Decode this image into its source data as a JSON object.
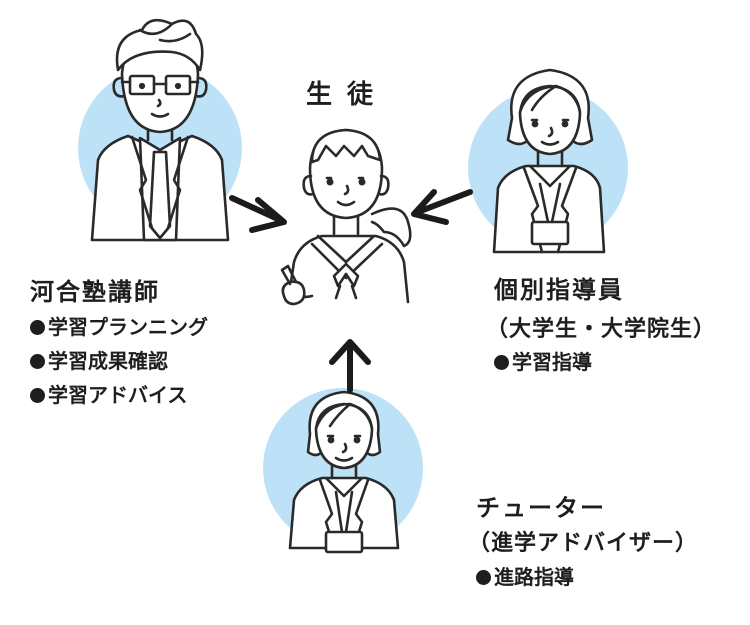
{
  "center": {
    "label": "生 徒"
  },
  "left": {
    "title": "河合塾講師",
    "items": [
      "学習プランニング",
      "学習成果確認",
      "学習アドバイス"
    ]
  },
  "right": {
    "title": "個別指導員",
    "subtitle": "（大学生・大学院生）",
    "items": [
      "学習指導"
    ]
  },
  "bottom": {
    "title": "チューター",
    "subtitle": "（進学アドバイザー）",
    "items": [
      "進路指導"
    ]
  },
  "colors": {
    "circle": "#bde2f8",
    "line": "#2a2a2a",
    "arrow": "#1b1b1b"
  }
}
